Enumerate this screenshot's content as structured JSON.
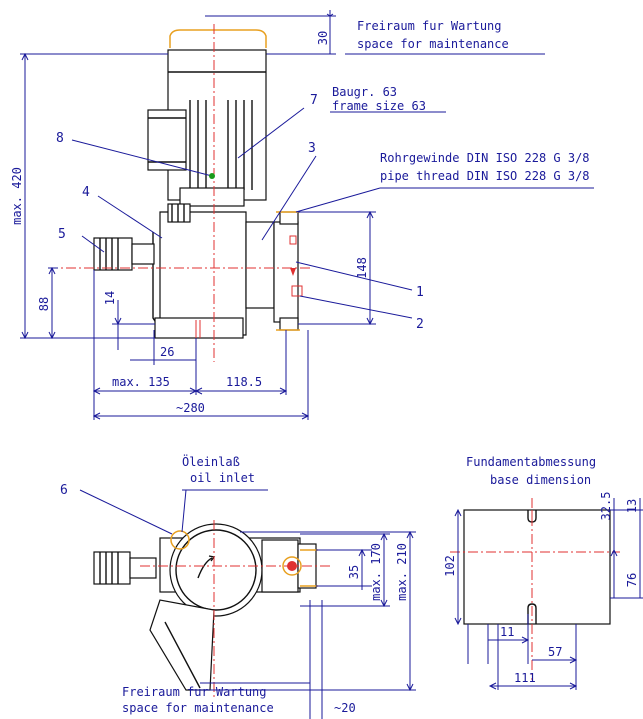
{
  "top_view": {
    "maintenance_de": "Freiraum fur Wartung",
    "maintenance_en": "space for maintenance",
    "dim_30": "30",
    "frame_de": "Baugr. 63",
    "frame_en": "frame size 63",
    "thread_de": "Rohrgewinde DIN ISO 228 G 3/8",
    "thread_en": "pipe thread DIN ISO 228 G 3/8",
    "dim_max420": "max. 420",
    "dim_88": "88",
    "dim_14": "14",
    "dim_148": "148",
    "dim_26": "26",
    "dim_max135": "max. 135",
    "dim_118_5": "118.5",
    "dim_280": "~280",
    "labels": [
      "1",
      "2",
      "3",
      "4",
      "5",
      "7",
      "8"
    ]
  },
  "bottom_view": {
    "oil_de": "Öleinlaß",
    "oil_en": "oil inlet",
    "label_6": "6",
    "dim_35": "35",
    "dim_max170": "max. 170",
    "dim_max210": "max. 210",
    "maintenance_de": "Freiraum fur Wartung",
    "maintenance_en": "space for maintenance",
    "dim_20": "~20"
  },
  "base_view": {
    "title_de": "Fundamentabmessung",
    "title_en": "base dimension",
    "dim_32_5": "32.5",
    "dim_13": "13",
    "dim_102": "102",
    "dim_76": "76",
    "dim_11": "11",
    "dim_57": "57",
    "dim_111": "111"
  },
  "colors": {
    "dimension": "#1a1a9a",
    "outline": "#111111",
    "centerline": "#e03030",
    "accent": "#e8a020",
    "green": "#1a9a1a"
  }
}
